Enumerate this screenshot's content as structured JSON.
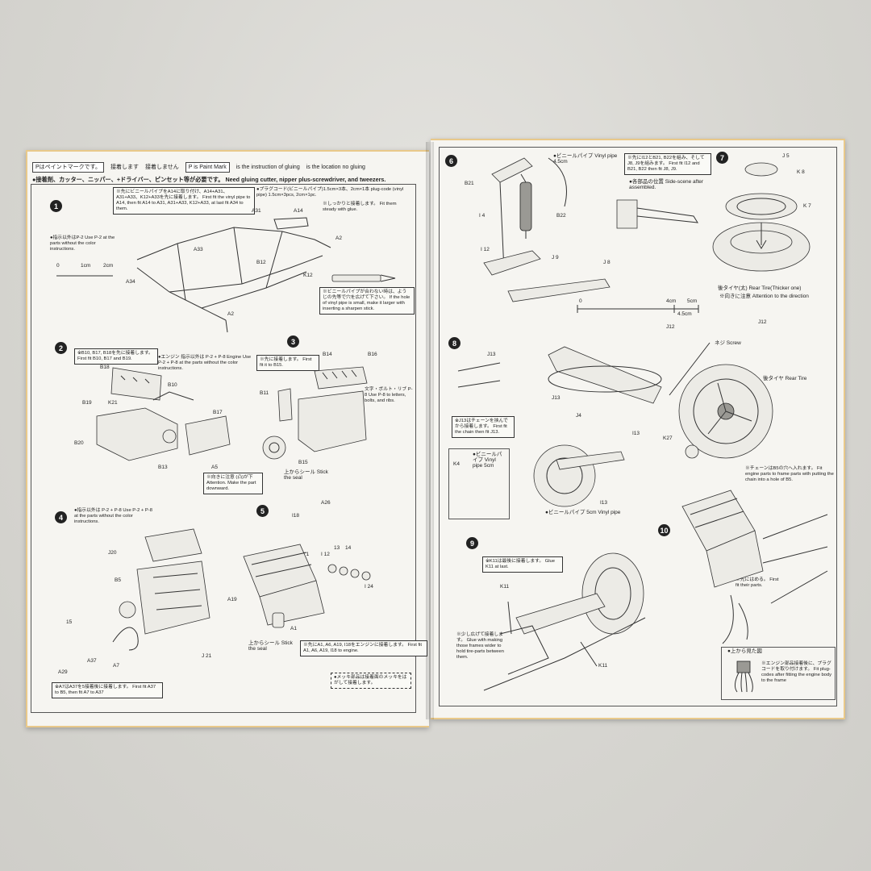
{
  "header": {
    "paint_mark": "Pはペイントマークです。",
    "glue_jp": "接着します",
    "no_glue_jp": "接着しません",
    "paint_en": "P is Paint Mark",
    "glue_en": "is the instruction of gluing",
    "no_glue_en": "is the location no gluing"
  },
  "tools": "●接着剤、カッター、ニッパー、+ドライバー、ピンセット等が必要です。 Need gluing cutter, nipper plus-screwdriver, and tweezers.",
  "steps": {
    "s1": {
      "num": "1",
      "note": "※先にビニールパイプをA14に取り付け、A14+A31、A31+A33、K12+A33を先に接着します。 First fit the vinyl pipe to A14, then fit A14 to A31, A31+A33, K12+A33, at last fit A34 to them.",
      "plug": "●プラグコード(ビニールパイプ)1.5cm×3本、2cm×1本 plug-code (vinyl pipe) 1.5cm×3pcs, 2cm×1pc.",
      "fit": "※しっかりと接着します。 Fit them steady with glue.",
      "paint_note": "●指示以外はP-2 Use P-2 at the parts without the color instructions.",
      "scale": [
        "0",
        "1cm",
        "2cm"
      ],
      "hole_note": "※ビニールパイプが合わない時は、ようじの先等で穴を広げて下さい。 If the hole of vinyl pipe is small, make it larger with inserting a sharpen stick.",
      "labels": [
        "A31",
        "A14",
        "A2",
        "A33",
        "B12",
        "K12",
        "A34",
        "A2"
      ]
    },
    "s2": {
      "num": "2",
      "note": "※B10, B17, B18を先に接着します。 First fit B10, B17 and B19.",
      "engine": "●エンジン 指示以外は P-2 + P-8 Engine Use P-2 + P-8 at the parts without the color instructions.",
      "labels": [
        "B18",
        "B10",
        "B19",
        "K21",
        "B17",
        "B20",
        "B13",
        "A5"
      ],
      "attn": "※向きに注意 (凸)が下 Attention. Make the part downward."
    },
    "s3": {
      "num": "3",
      "note": "※先に接着します。 First fit it to B15.",
      "labels": [
        "B14",
        "B16",
        "B11",
        "B15"
      ],
      "text_note": "文字・ボルト・リブ P-8 Use P-8 to letters, bolts, and ribs.",
      "seal": "上からシール Stick the seal"
    },
    "s4": {
      "num": "4",
      "paint_note": "●指示以外は P-2 + P-8 Use P-2 + P-8 at the parts without the color instructions.",
      "labels": [
        "J20",
        "B5",
        "15",
        "A37",
        "A7",
        "A29",
        "J 21"
      ],
      "note": "※A7はA37を5接着後に接着します。 First fit A37 to B5, then fit A7 to A37"
    },
    "s5": {
      "num": "5",
      "labels": [
        "I18",
        "A26",
        "I 1",
        "I 12",
        "13",
        "14",
        "I 24",
        "A19",
        "A1"
      ],
      "seal": "上からシール Stick the seal",
      "note": "※先にA1, A6, A19, I18をエンジンに接着します。 First fit A1, A6, A19, I18 to engine.",
      "plated": "●メッキ部品は接着面のメッキをはがして接着します。"
    },
    "s6": {
      "num": "6",
      "vinyl": "●ビニールパイプ Vinyl pipe 4.5cm",
      "note": "※先にI12とB21, B22を組み、そしてJ8, J9を組みます。 First fit I12 and B21, B22 then fit J8, J9.",
      "position": "●各部品の位置 Side-scene after assembled.",
      "labels": [
        "B21",
        "I 4",
        "B22",
        "I 12",
        "J 9",
        "J 8"
      ],
      "scale": [
        "0",
        "4cm",
        "5cm",
        "4.5cm"
      ]
    },
    "s7": {
      "num": "7",
      "labels": [
        "J 5",
        "K 8",
        "K 7"
      ],
      "tire": "後タイヤ(太) Rear Tire(Thicker one)",
      "attn": "※向きに注意 Attention to the direction"
    },
    "s8": {
      "num": "8",
      "labels": [
        "J13",
        "J13",
        "J4",
        "J12",
        "J12",
        "I13",
        "K27",
        "I13",
        "K4"
      ],
      "screw": "ネジ Screw",
      "rear": "後タイヤ Rear Tire",
      "chain": "※J13はチェーンを挟んでから接着します。 First fit the chain then fit J13.",
      "vinyl_box": "●ビニールパイプ Vinyl pipe 5cm",
      "vinyl_bottom": "●ビニールパイプ 5cm Vinyl pipe"
    },
    "s9": {
      "num": "9",
      "note": "※K11は最後に接着します。 Glue K11 at last.",
      "labels": [
        "K11",
        "K11"
      ],
      "spread": "※少し広げて接着します。 Glue with making those frames wider to hold tire-parts between them."
    },
    "s10": {
      "num": "10",
      "note": "※チェーンはB5の穴へ入れます。 Fit engine parts to frame parts with putting the chain into a hole of B5.",
      "fit": "※先にはめる。 First fit their parts.",
      "top_view": "●上から見た図",
      "plug": "※エンジン部品接着後に、プラグコードを取り付けます。 Fit plug-codes after fitting the engine body to the frame"
    }
  }
}
